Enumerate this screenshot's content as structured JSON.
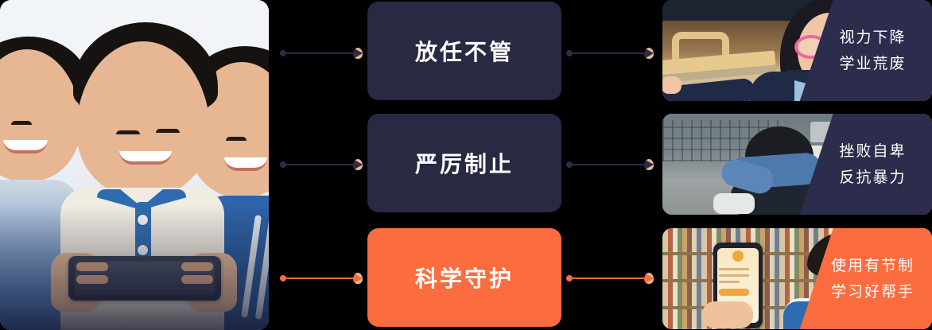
{
  "colors": {
    "background": "#000000",
    "dark_navy": "#282943",
    "overlay_navy": "#2c2d4c",
    "accent_orange": "#fb6c3f",
    "text_white": "#ffffff"
  },
  "hero": {
    "alt_label": "three-schoolboys-looking-at-phone"
  },
  "rows": [
    {
      "id": "row-1",
      "arrow_color": "#2b2c45",
      "box_label": "放任不管",
      "box_style": "dark",
      "photo_label": "girl-with-pink-glasses-studying",
      "outcome_lines": [
        "视力下降",
        "学业荒废"
      ],
      "overlay_style": "dark"
    },
    {
      "id": "row-2",
      "arrow_color": "#2b2c45",
      "box_label": "严厉制止",
      "box_style": "dark",
      "photo_label": "boy-sitting-curled-up-on-ground",
      "outcome_lines": [
        "挫败自卑",
        "反抗暴力"
      ],
      "overlay_style": "dark"
    },
    {
      "id": "row-3",
      "arrow_color": "#fb6c3f",
      "box_label": "科学守护",
      "box_style": "accent",
      "photo_label": "boy-in-library-holding-phone",
      "outcome_lines": [
        "使用有节制",
        "学习好帮手"
      ],
      "overlay_style": "accent"
    }
  ]
}
